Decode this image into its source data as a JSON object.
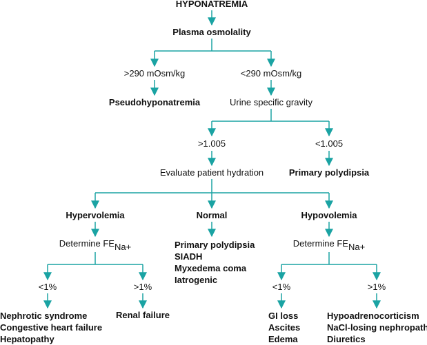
{
  "colors": {
    "line": "#1aa3a3",
    "text": "#111111"
  },
  "root": "HYPONATREMIA",
  "plasma": "Plasma osmolality",
  "gt290": ">290 mOsm/kg",
  "lt290": "<290 mOsm/kg",
  "pseudo": "Pseudohyponatremia",
  "urine": "Urine specific gravity",
  "gt1005": ">1.005",
  "lt1005": "<1.005",
  "evaluate": "Evaluate patient hydration",
  "primary_poly": "Primary polydipsia",
  "hyper": "Hypervolemia",
  "normal": "Normal",
  "hypo": "Hypovolemia",
  "fe_prefix": "Determine FE",
  "fe_sub": "Na+",
  "normal_list": [
    "Primary polydipsia",
    "SIADH",
    "Myxedema coma",
    "Iatrogenic"
  ],
  "lt1": "<1%",
  "gt1": ">1%",
  "hyper_lt_list": [
    "Nephrotic syndrome",
    "Congestive heart failure",
    "Hepatopathy"
  ],
  "renal": "Renal failure",
  "hypo_lt_list": [
    "GI loss",
    "Ascites",
    "Edema"
  ],
  "hypo_gt_list": [
    "Hypoadrenocorticism",
    "NaCl-losing nephropathy",
    "Diuretics"
  ]
}
